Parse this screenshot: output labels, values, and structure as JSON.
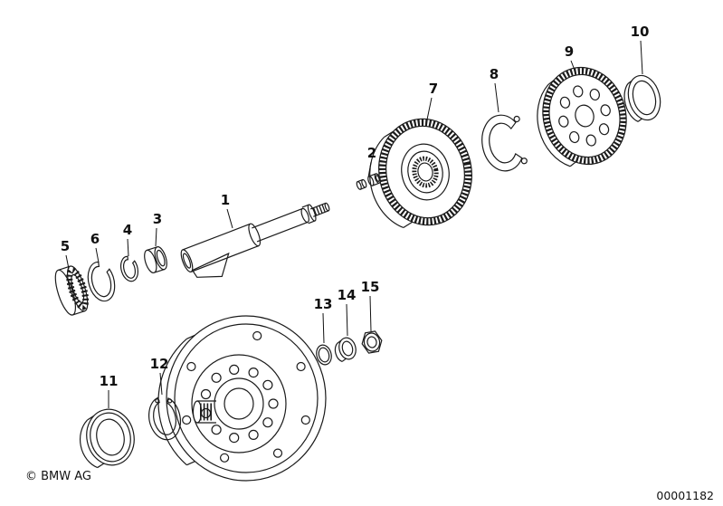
{
  "diagram": {
    "copyright": "© BMW AG",
    "document_number": "00001182",
    "colors": {
      "ink": "#1b1b1b",
      "background": "#ffffff"
    },
    "parts": [
      {
        "label": "1"
      },
      {
        "label": "2"
      },
      {
        "label": "3"
      },
      {
        "label": "4"
      },
      {
        "label": "5"
      },
      {
        "label": "6"
      },
      {
        "label": "7"
      },
      {
        "label": "8"
      },
      {
        "label": "9"
      },
      {
        "label": "10"
      },
      {
        "label": "11"
      },
      {
        "label": "12"
      },
      {
        "label": "13"
      },
      {
        "label": "14"
      },
      {
        "label": "15"
      }
    ]
  }
}
